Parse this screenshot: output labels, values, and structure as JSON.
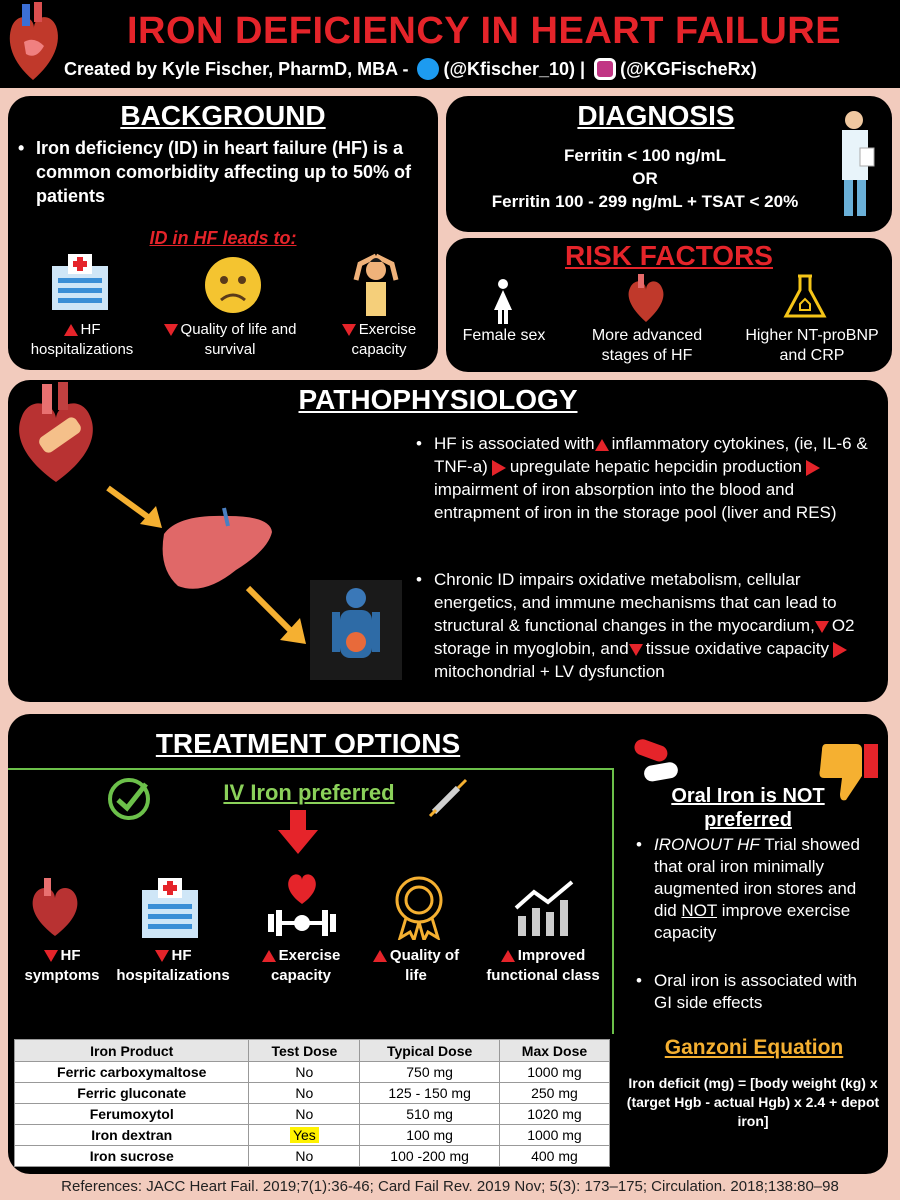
{
  "header": {
    "title": "IRON DEFICIENCY IN HEART FAILURE",
    "byline_prefix": "Created by Kyle Fischer, PharmD, MBA -",
    "twitter": "(@Kfischer_10) |",
    "instagram": "(@KGFischeRx)"
  },
  "background": {
    "title": "BACKGROUND",
    "bullet": "Iron deficiency (ID) in heart failure (HF) is a common comorbidity affecting up to 50% of patients",
    "leads_to": "ID in HF leads to:",
    "effects": [
      {
        "label": "HF hospitalizations"
      },
      {
        "label": "Quality of life and survival"
      },
      {
        "label": "Exercise capacity"
      }
    ]
  },
  "diagnosis": {
    "title": "DIAGNOSIS",
    "line1": "Ferritin < 100 ng/mL",
    "line2": "OR",
    "line3": "Ferritin 100 - 299 ng/mL + TSAT < 20%"
  },
  "risk": {
    "title": "RISK FACTORS",
    "items": [
      {
        "label": "Female sex"
      },
      {
        "label": "More advanced stages of HF"
      },
      {
        "label": "Higher NT-proBNP and CRP"
      }
    ]
  },
  "patho": {
    "title": "PATHOPHYSIOLOGY",
    "b1_a": "HF is associated with",
    "b1_b": "inflammatory cytokines, (ie, IL-6 & TNF-a)",
    "b1_c": "upregulate hepatic hepcidin production",
    "b1_d": "impairment of iron absorption into the blood and entrapment of iron in the storage pool (liver and RES)",
    "b2_a": "Chronic ID impairs oxidative metabolism, cellular energetics, and immune mechanisms that can lead to structural & functional changes in the myocardium,",
    "b2_b": "O2 storage in myoglobin, and",
    "b2_c": "tissue oxidative capacity",
    "b2_d": "mitochondrial + LV dysfunction"
  },
  "treatment": {
    "title": "TREATMENT OPTIONS",
    "iv_title": "IV Iron preferred",
    "benefits": [
      {
        "label": "HF symptoms",
        "dir": "down"
      },
      {
        "label": "HF hospitalizations",
        "dir": "down"
      },
      {
        "label": "Exercise capacity",
        "dir": "up"
      },
      {
        "label": "Quality of life",
        "dir": "up"
      },
      {
        "label": "Improved functional class",
        "dir": "up"
      }
    ],
    "table": {
      "headers": [
        "Iron Product",
        "Test Dose",
        "Typical Dose",
        "Max Dose"
      ],
      "rows": [
        [
          "Ferric carboxymaltose",
          "No",
          "750 mg",
          "1000 mg"
        ],
        [
          "Ferric gluconate",
          "No",
          "125 - 150 mg",
          "250 mg"
        ],
        [
          "Ferumoxytol",
          "No",
          "510 mg",
          "1020 mg"
        ],
        [
          "Iron dextran",
          "Yes",
          "100 mg",
          "1000 mg"
        ],
        [
          "Iron sucrose",
          "No",
          "100 -200 mg",
          "400 mg"
        ]
      ]
    },
    "oral_title": "Oral Iron is NOT preferred",
    "oral_b1_a": "IRONOUT HF",
    "oral_b1_b": " Trial showed that oral iron minimally augmented iron stores and did ",
    "oral_b1_c": "NOT",
    "oral_b1_d": " improve exercise capacity",
    "oral_b2": "Oral iron is associated with GI side effects",
    "ganzoni_title": "Ganzoni Equation",
    "ganzoni_text": "Iron deficit (mg) = [body weight (kg) x (target Hgb - actual Hgb) x 2.4 + depot iron]"
  },
  "references": "References: JACC Heart Fail. 2019;7(1):36-46; Card Fail Rev. 2019 Nov; 5(3): 173–175; Circulation. 2018;138:80–98"
}
